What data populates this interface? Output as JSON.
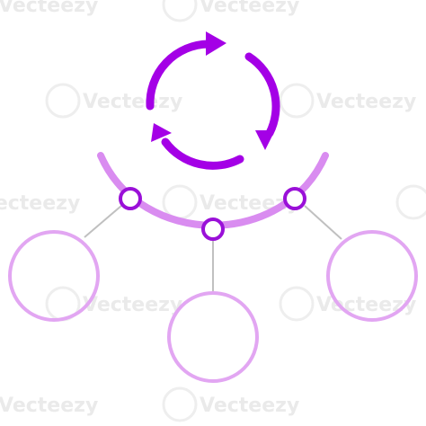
{
  "watermark": {
    "text": "Vecteezy"
  },
  "colors": {
    "cycle_arrows": "#a400e6",
    "arc": "#d98cf0",
    "node_fill": "#ffffff",
    "node_stroke": "#9a10d8",
    "connector": "#c0c0c0",
    "circles": "#e2a6f2",
    "watermark": "#d9d9d9"
  },
  "diagram": {
    "cycle_icon": "refresh-cycle-icon",
    "nodes": [
      {
        "id": "left"
      },
      {
        "id": "center"
      },
      {
        "id": "right"
      }
    ],
    "circles": [
      {
        "id": "left"
      },
      {
        "id": "center"
      },
      {
        "id": "right"
      }
    ]
  }
}
